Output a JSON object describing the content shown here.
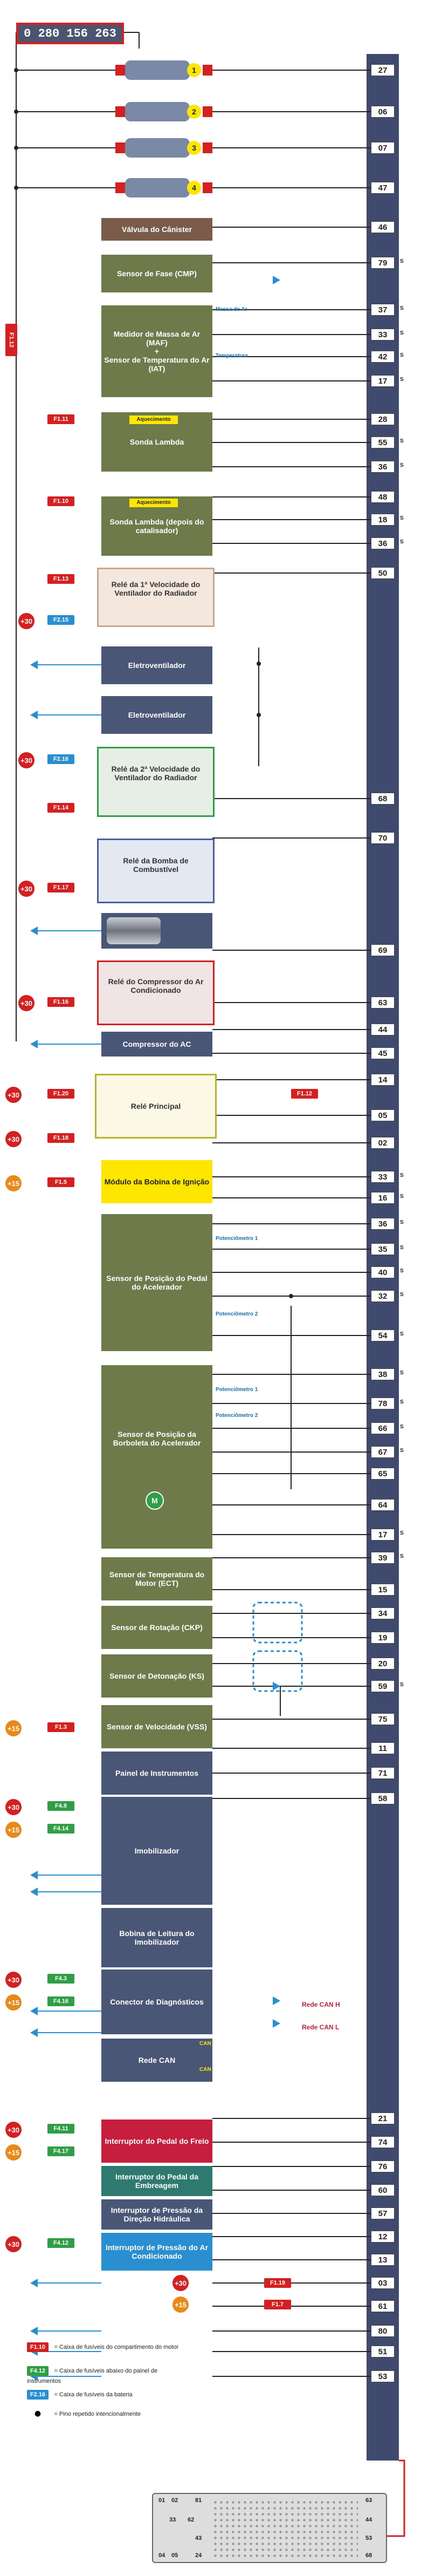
{
  "header": {
    "part_number": "0 280 156 263"
  },
  "injectors": [
    {
      "num": "1",
      "pin": "27"
    },
    {
      "num": "2",
      "pin": "06"
    },
    {
      "num": "3",
      "pin": "07"
    },
    {
      "num": "4",
      "pin": "47"
    }
  ],
  "pins_right": [
    "27",
    "06",
    "07",
    "47",
    "46",
    "79",
    "37",
    "33",
    "42",
    "17",
    "28",
    "55",
    "36",
    "48",
    "18",
    "36",
    "50",
    "68",
    "70",
    "69",
    "63",
    "44",
    "45",
    "14",
    "05",
    "02",
    "33",
    "16",
    "36",
    "35",
    "40",
    "32",
    "54",
    "38",
    "78",
    "66",
    "67",
    "65",
    "64",
    "17",
    "39",
    "15",
    "34",
    "19",
    "20",
    "59",
    "75",
    "11",
    "71",
    "58",
    "21",
    "74",
    "76",
    "60",
    "57",
    "12",
    "13",
    "03",
    "61",
    "80",
    "51",
    "53"
  ],
  "pin_s_marks": [
    "79",
    "37",
    "33",
    "42",
    "17",
    "55",
    "36",
    "18",
    "36",
    "33",
    "16",
    "36",
    "35",
    "40",
    "32",
    "54",
    "38",
    "78",
    "66",
    "67",
    "17",
    "39",
    "59"
  ],
  "components": {
    "canister": "Válvula do Cânister",
    "cmp": "Sensor de Fase (CMP)",
    "maf": "Medidor de Massa de Ar (MAF)",
    "maf_plus": "+",
    "iat": "Sensor de Temperatura do Ar (IAT)",
    "lambda1": "Sonda Lambda",
    "lambda2": "Sonda Lambda (depois do catalisador)",
    "relay_fan1": "Relé da 1ª Velocidade do Ventilador do Radiador",
    "fan1": "Eletroventilador",
    "fan2": "Eletroventilador",
    "relay_fan2": "Relé da 2ª Velocidade do Ventilador do Radiador",
    "relay_pump": "Relé da Bomba de Combustível",
    "relay_ac": "Relé do Compressor do Ar Condicionado",
    "compressor": "Compressor do AC",
    "main_relay": "Relé Principal",
    "ignition": "Módulo da Bobina de Ignição",
    "pedal": "Sensor de Posição do Pedal do Acelerador",
    "throttle": "Sensor de Posição da Borboleta do Acelerador",
    "ect": "Sensor de Temperatura do Motor (ECT)",
    "ckp": "Sensor de Rotação (CKP)",
    "ks": "Sensor de Detonação (KS)",
    "vss": "Sensor de Velocidade (VSS)",
    "panel": "Painel de Instrumentos",
    "immo": "Imobilizador",
    "immo_coil": "Bobina de Leitura do Imobilizador",
    "diag": "Conector de Diagnósticos",
    "can": "Rede CAN",
    "brake": "Interruptor do Pedal do Freio",
    "clutch": "Interruptor do Pedal da Embreagem",
    "ps": "Interruptor de Pressão da Direção Hidráulica",
    "ac_sw": "Interruptor de Pressão do Ar Condicionado"
  },
  "signals": {
    "massa_ar": "Massa de Ar",
    "temperatura": "Temperatura",
    "aquecimento": "Aquecimento",
    "pot1": "Potenciômetro 1",
    "pot2": "Potenciômetro 2",
    "pot1b": "Potenciômetro 1",
    "pot2b": "Potenciômetro 2",
    "can_h": "Rede CAN H",
    "can_l": "Rede CAN L",
    "can": "CAN",
    "motor": "M"
  },
  "fuses": {
    "f12": "F1.12",
    "f111": "F1.11",
    "f110": "F1.10",
    "f113": "F1.13",
    "f215": "F2.15",
    "f216": "F2.16",
    "f114": "F1.14",
    "f117": "F1.17",
    "f116": "F1.16",
    "f120": "F1.20",
    "f118": "F1.18",
    "f15": "F1.5",
    "f13": "F1.3",
    "f48": "F4.8",
    "f414": "F4.14",
    "f43": "F4.3",
    "f416": "F4.16",
    "f411": "F4.11",
    "f417": "F4.17",
    "f412": "F4.12",
    "f419": "F1.19",
    "f17": "F1.7"
  },
  "supplies": {
    "p30": "+30",
    "p15": "+15"
  },
  "legend": [
    {
      "code": "F1.10",
      "color": "#d42020",
      "text": "= Caixa de fusíveis do compartimento do motor"
    },
    {
      "code": "F4.12",
      "color": "#2f9e46",
      "text": "= Caixa de fusíveis abaixo do painel de instrumentos"
    },
    {
      "code": "F2.16",
      "color": "#2a8fd0",
      "text": "= Caixa de fusíveis da bateria"
    },
    {
      "code": "●",
      "color": "#333",
      "text": "= Pino repetido intencionalmente"
    }
  ],
  "connector_labels": {
    "c01": "01",
    "c02": "02",
    "c81": "81",
    "c63": "63",
    "c33": "33",
    "c62": "62",
    "c43": "43",
    "c44": "44",
    "c04": "04",
    "c05": "05",
    "c24": "24",
    "c53": "53",
    "c68": "68"
  },
  "colors": {
    "ecu": "#3f4a6e",
    "olive": "#6e7a4a",
    "slate": "#4a5676",
    "red": "#d42020",
    "green": "#2f9e46",
    "blue": "#2a8fd0",
    "orange": "#e88a1a",
    "yellow": "#ffe600",
    "brown": "#7a5a48",
    "crimson": "#c61f3e",
    "teal": "#2f7a70"
  }
}
